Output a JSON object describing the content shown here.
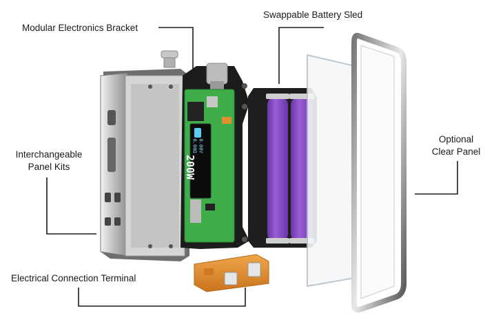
{
  "labels": {
    "bracket": "Modular Electronics Bracket",
    "sled": "Swappable Battery Sled",
    "panel_kits_line1": "Interchangeable",
    "panel_kits_line2": "Panel Kits",
    "clear_line1": "Optional",
    "clear_line2": "Clear Panel",
    "terminal": "Electrical Connection Terminal"
  },
  "display": {
    "wattage": "200W",
    "readout_1": "0.00Ω",
    "readout_2": "0.00V"
  },
  "colors": {
    "chassis": "#c9c9c9",
    "board": "#3fae49",
    "battery": "#8a4fc4",
    "terminal": "#e0902e",
    "bracket": "#1c1c1c"
  }
}
